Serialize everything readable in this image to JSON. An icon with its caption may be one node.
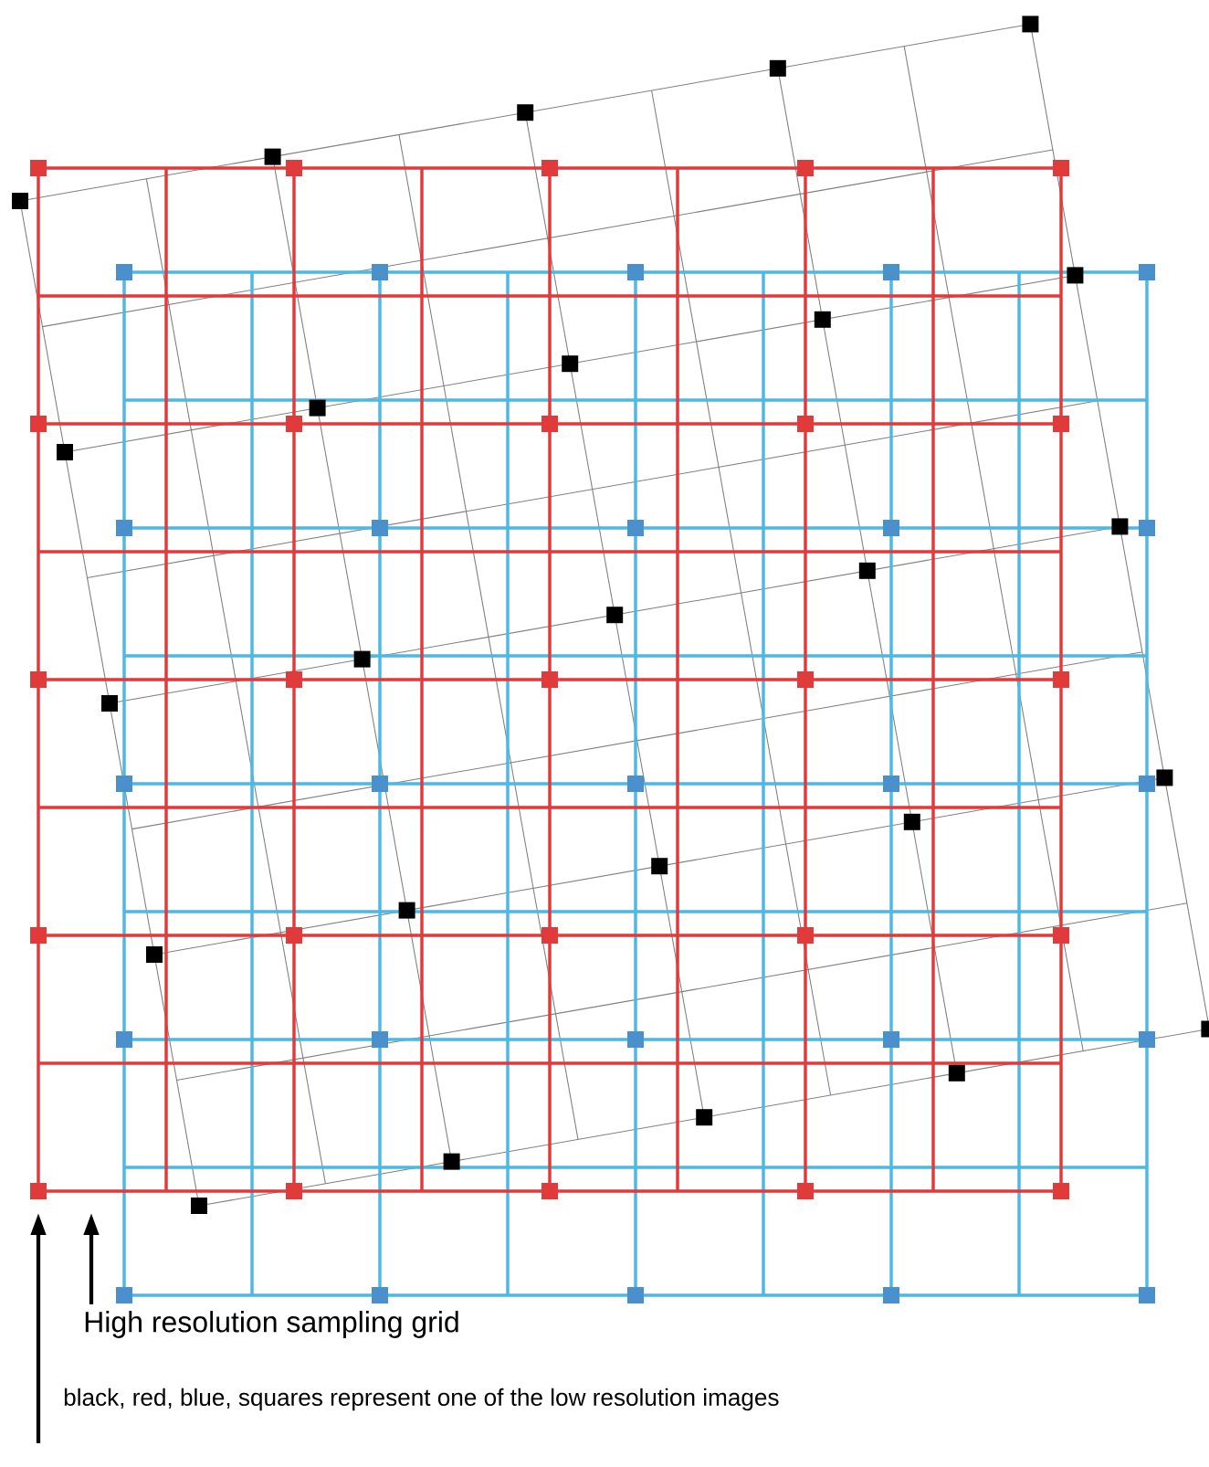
{
  "diagram": {
    "nodes": [
      {
        "text": [
          "High resolution sampling grid"
        ]
      },
      {
        "text": [
          "black, red, blue,  squares represent one of the low resolution images"
        ]
      }
    ],
    "edges": [
      {
        "from": 0,
        "to": null,
        "arrow": "to"
      },
      {
        "from": 1,
        "to": null,
        "arrow": "to"
      }
    ]
  }
}
